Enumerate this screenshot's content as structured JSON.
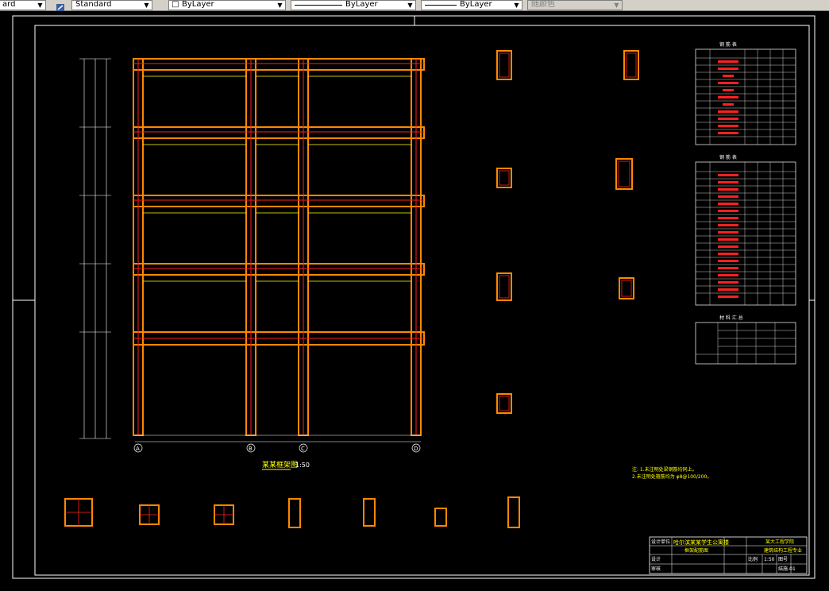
{
  "toolbar": {
    "prefix": "ard",
    "text_style": "Standard",
    "layer": "ByLayer",
    "linetype": "ByLayer",
    "lineweight": "ByLayer",
    "color": "随颜色"
  },
  "drawing": {
    "main_title": "某某框架图",
    "scale": "1:50",
    "axis_labels": [
      "A",
      "B",
      "C",
      "D"
    ],
    "notes_line1": "注: 1.未注明处梁钢筋均同上。",
    "notes_line2": "2.未注明处箍筋均为 φ8@100/200。",
    "title_block": {
      "design": "设计单位",
      "project": "哈尔滨某某学生公寓楼",
      "drawing_name": "框架配筋图",
      "school": "某大工程学院",
      "major": "建筑结构工程专业",
      "designer": "设计",
      "checker": "审核",
      "scale_label": "比例",
      "scale_value": "1:50",
      "sheet_label": "图号",
      "sheet_value": "结施-01"
    },
    "table1_title": "钢 筋 表",
    "table2_title": "钢 筋 表",
    "table3_title": "材 料 汇 总"
  }
}
